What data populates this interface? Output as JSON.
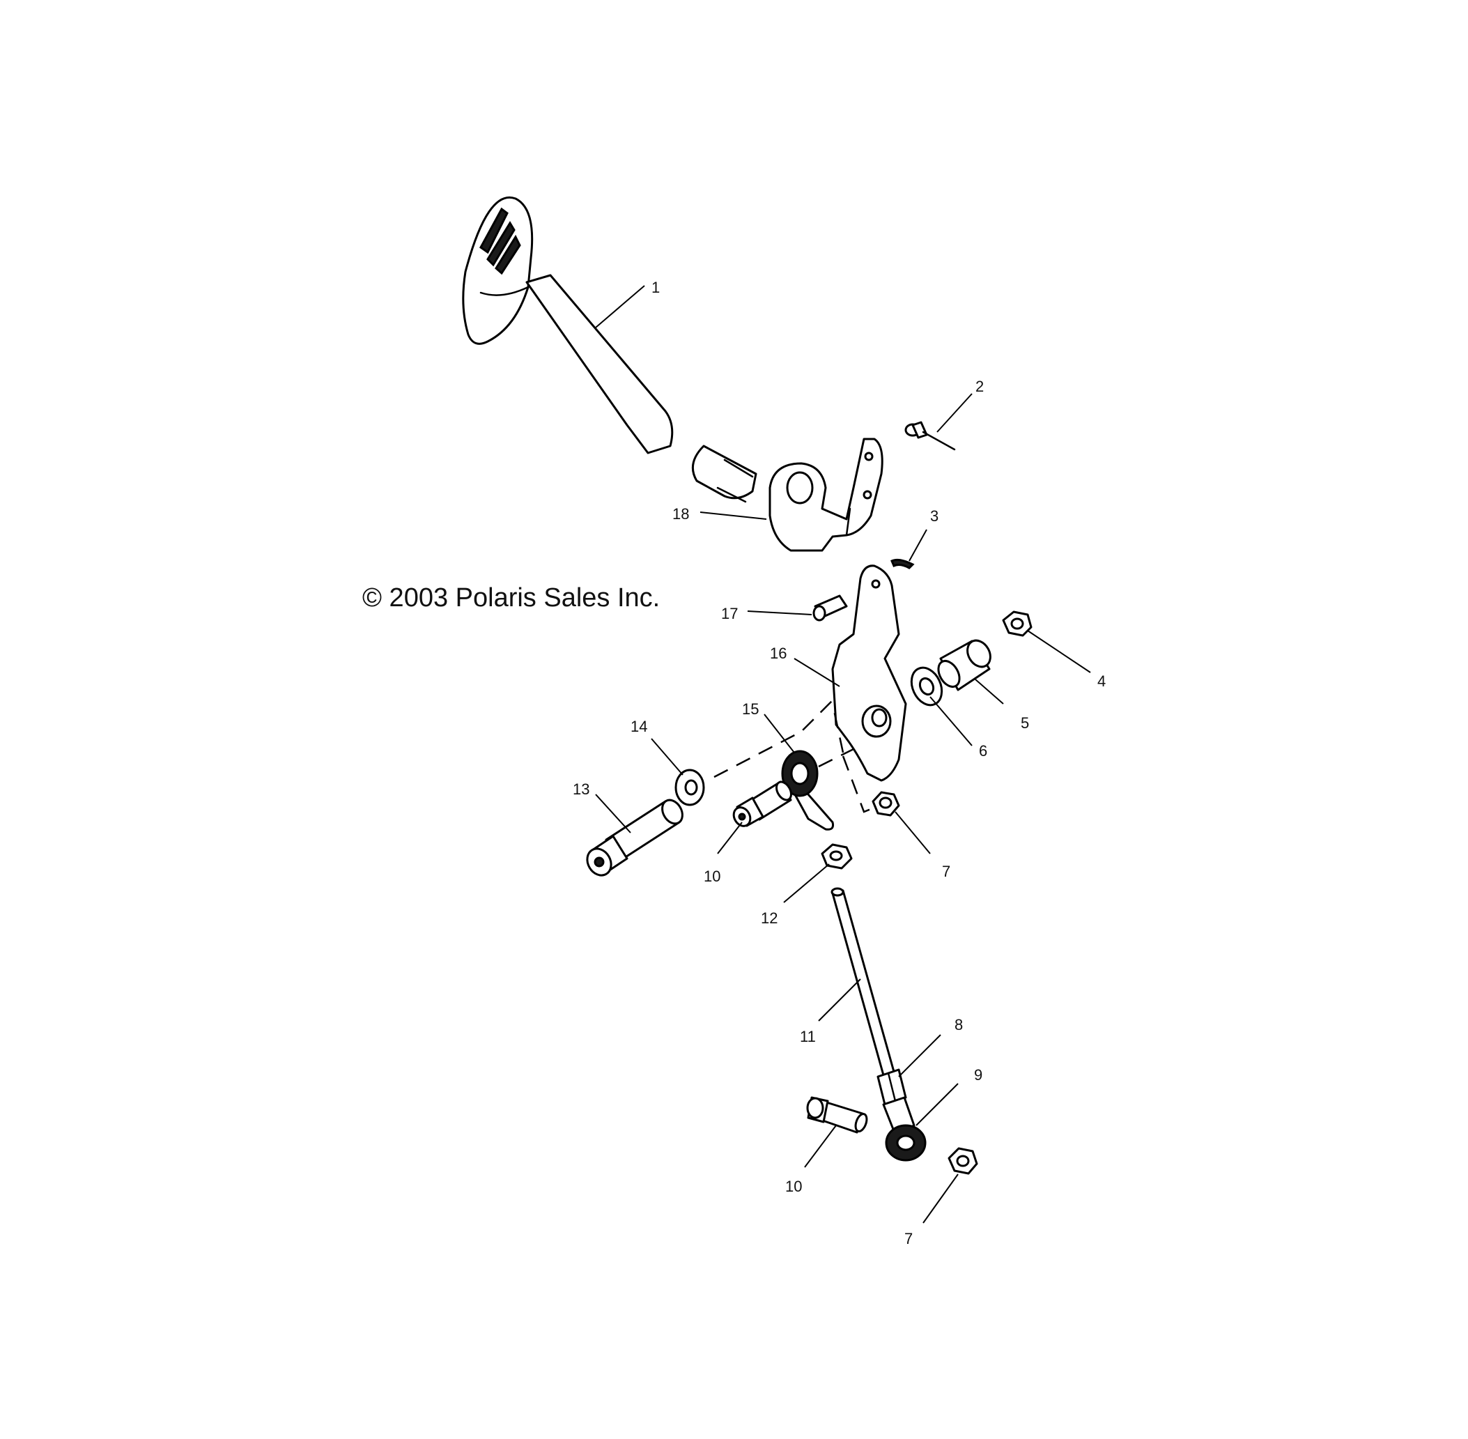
{
  "copyright": "© 2003 Polaris Sales Inc.",
  "callouts": {
    "c1": "1",
    "c2": "2",
    "c3": "3",
    "c4": "4",
    "c5": "5",
    "c6": "6",
    "c7a": "7",
    "c7b": "7",
    "c8": "8",
    "c9": "9",
    "c10a": "10",
    "c10b": "10",
    "c11": "11",
    "c12": "12",
    "c13": "13",
    "c14": "14",
    "c15": "15",
    "c16": "16",
    "c17": "17",
    "c18": "18"
  }
}
